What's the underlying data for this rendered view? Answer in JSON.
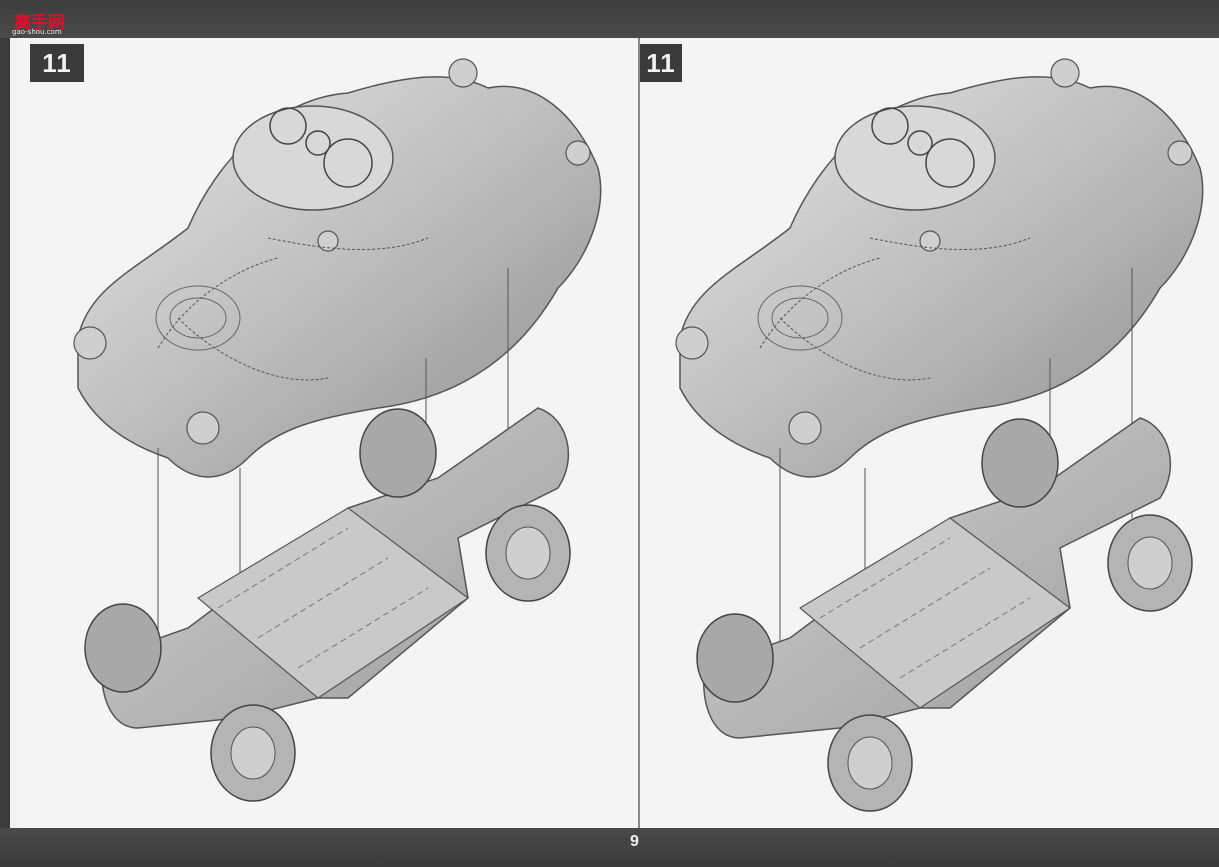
{
  "watermark": {
    "logo_text": "高手网",
    "site": "gao-shou.com"
  },
  "steps": [
    {
      "number": "11"
    },
    {
      "number": "11"
    }
  ],
  "footer": {
    "page_number": "9"
  },
  "illustration": {
    "subject": "armored-car-body-and-chassis-assembly"
  }
}
